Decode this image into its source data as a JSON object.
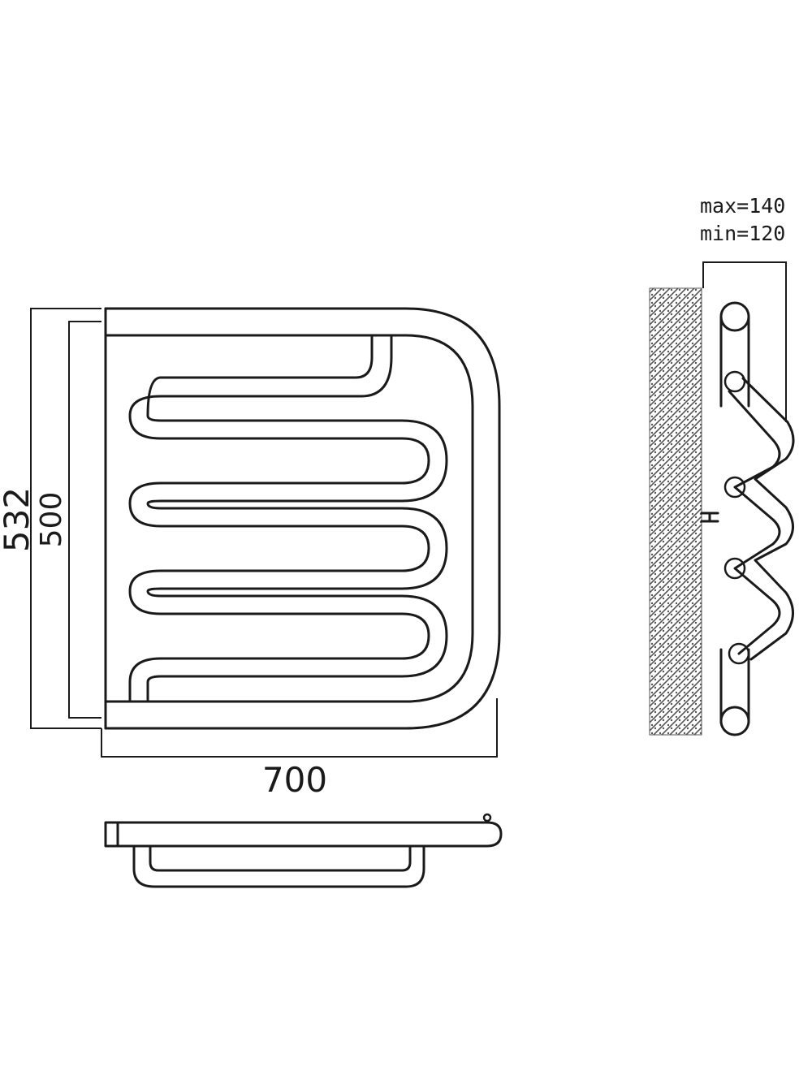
{
  "dimensions": {
    "width_overall": "700",
    "height_overall": "532",
    "height_axis": "500",
    "wall_distance_max": "max=140",
    "wall_distance_min": "min=120"
  },
  "colors": {
    "line": "#1a1a1a",
    "background": "#ffffff",
    "wall_hatch": "#555555"
  },
  "icons": {
    "front_view": "serpentine-towel-rail-icon",
    "top_view": "rail-top-view-icon",
    "side_view": "rail-side-view-icon",
    "wall": "wall-hatch-icon"
  }
}
